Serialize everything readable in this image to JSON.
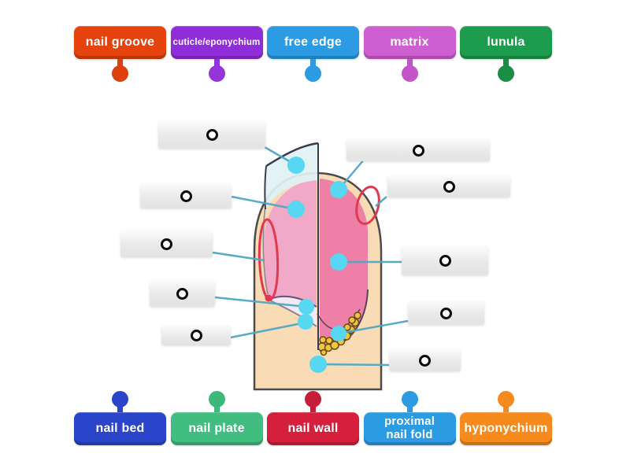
{
  "top_labels": [
    {
      "label": "nail groove",
      "color": "#E4430D",
      "pin_color": "#DE400B"
    },
    {
      "label": "cuticle/eponychium",
      "color": "#8F2ED9",
      "pin_color": "#9335DB"
    },
    {
      "label": "free edge",
      "color": "#2B9BE4",
      "pin_color": "#2B9BE4"
    },
    {
      "label": "matrix",
      "color": "#CD5FD0",
      "pin_color": "#C354C9"
    },
    {
      "label": "lunula",
      "color": "#1E9C4D",
      "pin_color": "#1B8E46"
    }
  ],
  "bottom_labels": [
    {
      "label": "nail bed",
      "color": "#2A45C9",
      "pin_color": "#2A45C9"
    },
    {
      "label": "nail plate",
      "color": "#41BD81",
      "pin_color": "#3BB87B"
    },
    {
      "label": "nail wall",
      "color": "#D51F3C",
      "pin_color": "#C61D38"
    },
    {
      "label": "proximal nail fold",
      "color": "#2B9BE4",
      "pin_color": "#2B9BE4"
    },
    {
      "label": "hyponychium",
      "color": "#F68A1C",
      "pin_color": "#F68A1C"
    }
  ],
  "diagram": {
    "answer_slot_count": 10,
    "target_dot_count": 8,
    "colors": {
      "skin": "#F9DBB6",
      "skin_outline": "#4B4B4B",
      "nail_left": "#F2A9C8",
      "nail_right": "#EE80A7",
      "nail_edge_white": "#F0EBF2",
      "fold_curve_purple": "#6B4F86",
      "fold_curve_gray": "#8D7F93",
      "sheet": "#DFF1F4",
      "sheet_outline": "#3B3B4E",
      "marker_red": "#E13A50",
      "matrix_cells": "#EFC53F",
      "cell_outline": "#6B4C0E",
      "cell_boundary": "#55445C",
      "connector": "#4FA6C4",
      "target_dot": "#57D7F2"
    }
  }
}
